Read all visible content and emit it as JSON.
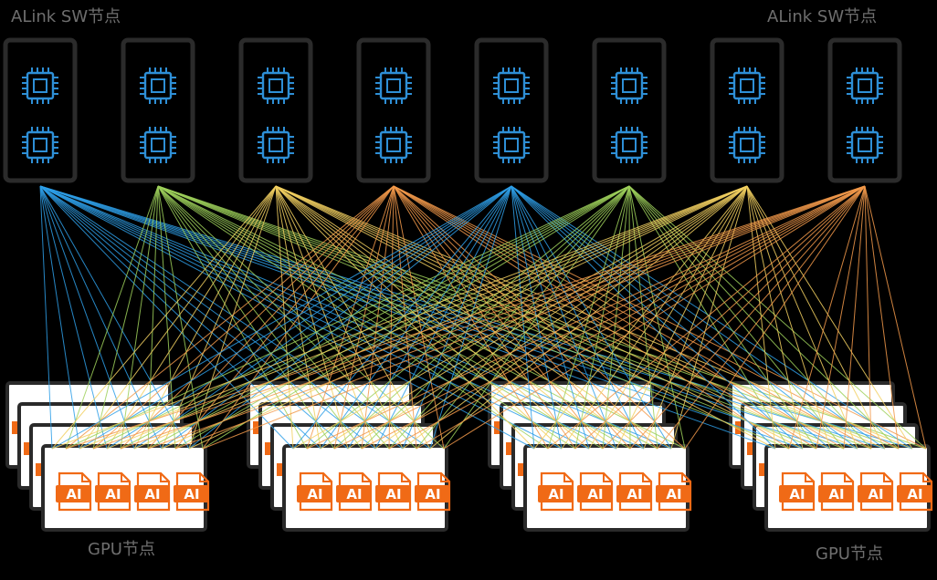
{
  "labels": {
    "sw_node_left": "ALink SW节点",
    "sw_node_right": "ALink SW节点",
    "gpu_node_left": "GPU节点",
    "gpu_node_right": "GPU节点"
  },
  "chip_badge": "AI",
  "switch_count": 8,
  "gpu_group_count": 4,
  "cards_per_group": 4,
  "chips_per_card": 4,
  "colors": {
    "background": "#000000",
    "switch_frame": "#2b2b2b",
    "cpu_icon": "#2e8fd6",
    "card_frame": "#2a2a2a",
    "card_fill": "#ffffff",
    "ai_badge": "#f06a16",
    "label_text": "#6e6e6e",
    "link_colors": [
      "#2e9fe8",
      "#9ed05a",
      "#f2d060",
      "#f2994a",
      "#2e9fe8",
      "#9ed05a",
      "#f2d060",
      "#f2994a"
    ]
  }
}
